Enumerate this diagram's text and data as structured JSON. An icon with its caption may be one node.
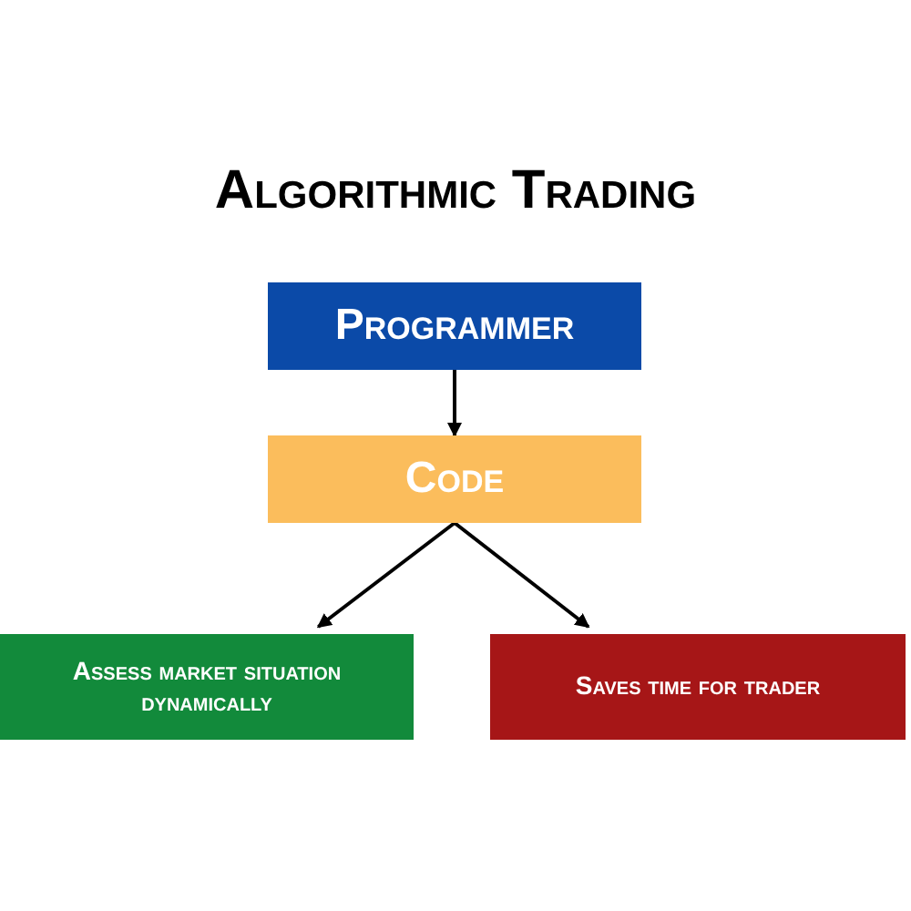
{
  "diagram": {
    "title": "Algorithmic Trading",
    "nodes": [
      {
        "text": [
          "Programmer"
        ]
      },
      {
        "text": [
          "Code"
        ]
      },
      {
        "text": [
          "Assess market situation dynamically"
        ]
      },
      {
        "text": [
          "Saves time for trader"
        ]
      }
    ],
    "edges": [
      {
        "from": 0,
        "to": 1,
        "arrow": "to"
      },
      {
        "from": 1,
        "to": 2,
        "arrow": "to"
      },
      {
        "from": 1,
        "to": 3,
        "arrow": "to"
      }
    ]
  }
}
